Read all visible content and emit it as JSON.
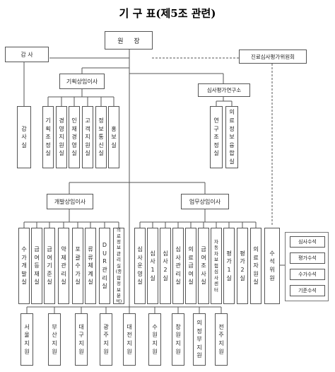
{
  "title": "기 구 표(제5조 관련)",
  "top": "원    장",
  "audit": {
    "head": "감  사",
    "unit": "감사실"
  },
  "review_committee": "진료심사평가위원회",
  "planning": {
    "head": "기획상임이사",
    "units": [
      "기획조정실",
      "경영지원실",
      "인재경영실",
      "고객지원실",
      "정보통신실",
      "홍보실"
    ]
  },
  "institute": {
    "head": "심사평가연구소",
    "units": [
      "연구조정실",
      "의료정보융합실"
    ]
  },
  "development": {
    "head": "개발상임이사",
    "units": [
      "수가개발실",
      "급여등재실",
      "급여기준실",
      "약제관리실",
      "포괄수가실",
      "류류체계실",
      "DUR관리실",
      "의료정보관리실(종합정보분석)"
    ]
  },
  "operations": {
    "head": "업무상임이사",
    "units": [
      "심사운영실",
      "심사1실",
      "심사2실",
      "심사관리실",
      "의료급여실",
      "급여조사실",
      "자동차보험심사센터",
      "평가1실",
      "평가2실",
      "의료자원실"
    ]
  },
  "examiner": {
    "head": "수석위원",
    "items": [
      "심사수석",
      "평가수석",
      "수가수석",
      "기준수석"
    ]
  },
  "branches": [
    "서울지원",
    "부산지원",
    "대구지원",
    "광주지원",
    "대전지원",
    "수원지원",
    "창원지원",
    "의정부지원",
    "전주지원"
  ]
}
